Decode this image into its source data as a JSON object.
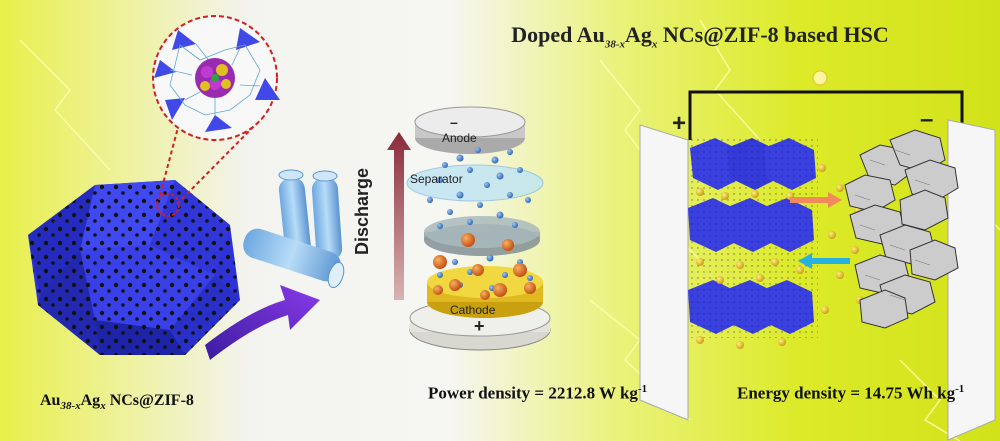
{
  "title": {
    "prefix": "Doped Au",
    "sub1": "38-x",
    "mid": "Ag",
    "sub2": "x",
    "suffix": " NCs@ZIF-8 based HSC"
  },
  "left_caption": {
    "prefix": "Au",
    "sub1": "38-x",
    "mid": "Ag",
    "sub2": "x",
    "suffix": " NCs@ZIF-8"
  },
  "power_density": {
    "text": "Power density = 2212.8 W kg",
    "sup": "-1"
  },
  "energy_density": {
    "text": "Energy density = 14.75 Wh kg",
    "sup": "-1"
  },
  "battery_labels": {
    "anode": "Anode",
    "separator": "Separator",
    "cathode": "Cathode",
    "discharge": "Discharge",
    "minus": "–",
    "plus": "+"
  },
  "capacitor_labels": {
    "plus": "+",
    "minus": "–"
  },
  "colors": {
    "zif_blue": "#3b3fe0",
    "cathode_gold": "#e8c020",
    "ion_orange": "#e07020",
    "ion_blue": "#3a7fd0",
    "arrow_orange": "#f08a5a",
    "arrow_cyan": "#28b0e0",
    "arrow_purple": "#6a2bd0",
    "bg_yellow": "#e6f020"
  }
}
